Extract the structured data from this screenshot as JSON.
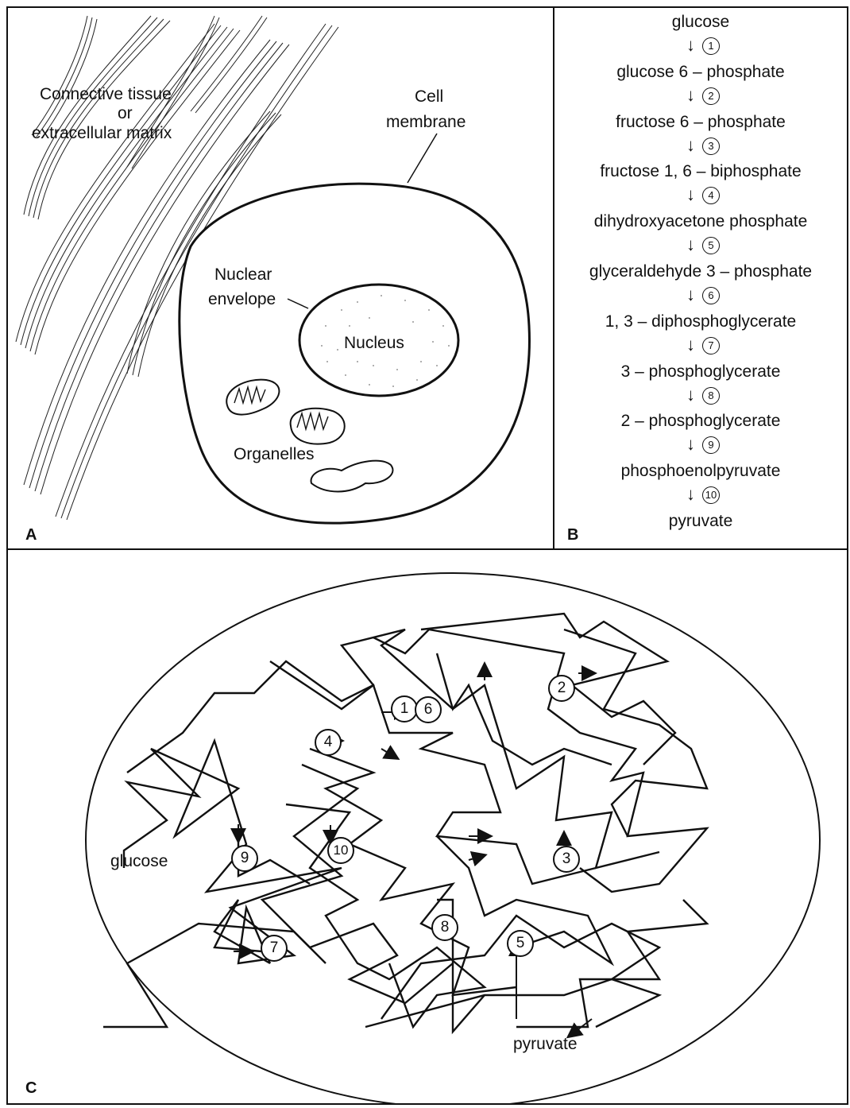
{
  "panel_a": {
    "letter": "A",
    "labels": {
      "connective_line1": "Connective tissue",
      "connective_line2": "or",
      "connective_line3": "extracellular matrix",
      "cell_membrane_line1": "Cell",
      "cell_membrane_line2": "membrane",
      "nuclear_envelope_line1": "Nuclear",
      "nuclear_envelope_line2": "envelope",
      "nucleus": "Nucleus",
      "organelles": "Organelles"
    }
  },
  "panel_b": {
    "letter": "B",
    "steps": [
      "glucose",
      "glucose 6 – phosphate",
      "fructose 6 – phosphate",
      "fructose 1, 6 – biphosphate",
      "dihydroxyacetone phosphate",
      "glyceraldehyde 3 – phosphate",
      "1, 3 – diphosphoglycerate",
      "3 – phosphoglycerate",
      "2 – phosphoglycerate",
      "phosphoenolpyruvate",
      "pyruvate"
    ],
    "enzymes": [
      "1",
      "2",
      "3",
      "4",
      "5",
      "6",
      "7",
      "8",
      "9",
      "10"
    ]
  },
  "panel_c": {
    "letter": "C",
    "start_label": "glucose",
    "end_label": "pyruvate",
    "numbers": [
      "1",
      "2",
      "3",
      "4",
      "5",
      "6",
      "7",
      "8",
      "9",
      "10"
    ]
  }
}
